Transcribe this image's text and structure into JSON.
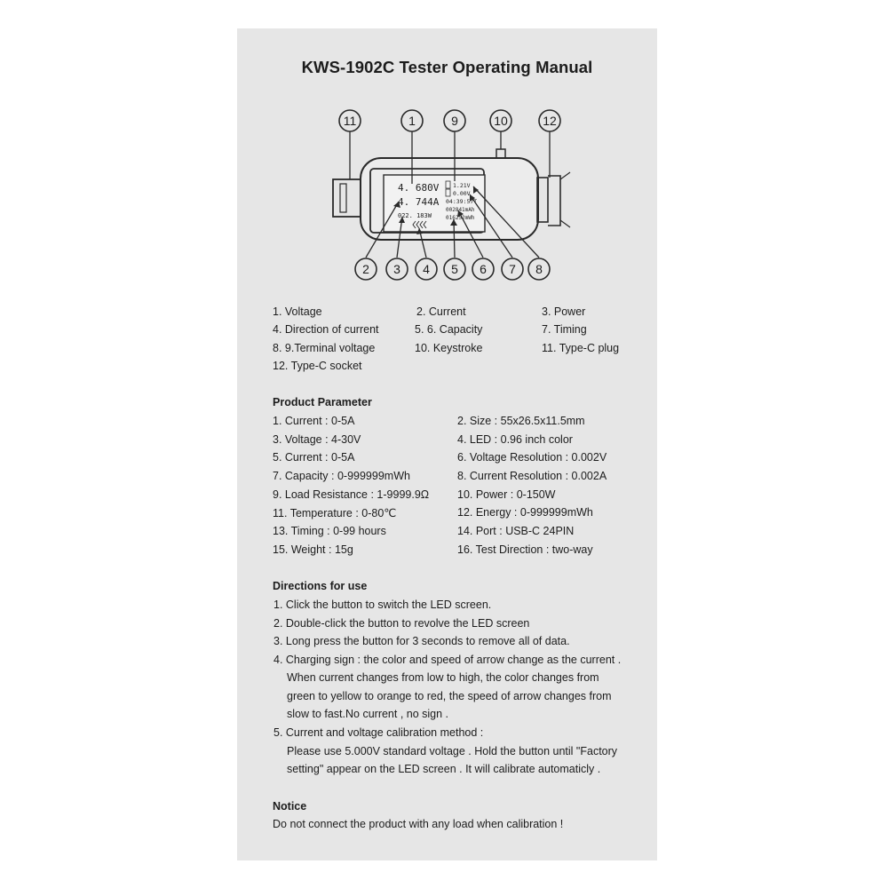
{
  "document": {
    "title": "KWS-1902C Tester Operating Manual",
    "diagram": {
      "callout_numbers": [
        "11",
        "1",
        "9",
        "10",
        "12",
        "2",
        "3",
        "4",
        "5",
        "6",
        "7",
        "8"
      ],
      "screen": {
        "voltage": "4. 680V",
        "current": "4. 744A",
        "power": "022. 183W",
        "dplus": "1.21V",
        "dminus": "0.00V",
        "time": "04:39:57T",
        "capacity": "002841mAh",
        "energy": "016252mWh"
      }
    },
    "legend": [
      [
        "1. Voltage",
        "2. Current",
        "3. Power"
      ],
      [
        "4. Direction of current",
        "5. 6. Capacity",
        "7. Timing"
      ],
      [
        "8. 9.Terminal voltage",
        "10. Keystroke",
        "11. Type-C plug"
      ],
      [
        "12. Type-C socket",
        "",
        ""
      ]
    ],
    "parameters": {
      "heading": "Product Parameter",
      "rows": [
        [
          "1. Current : 0-5A",
          "2. Size : 55x26.5x11.5mm"
        ],
        [
          "3. Voltage : 4-30V",
          "4. LED : 0.96 inch color"
        ],
        [
          "5. Current : 0-5A",
          "6. Voltage Resolution : 0.002V"
        ],
        [
          "7. Capacity : 0-999999mWh",
          "8. Current Resolution : 0.002A"
        ],
        [
          "9. Load Resistance : 1-9999.9Ω",
          "10. Power : 0-150W"
        ],
        [
          "11. Temperature : 0-80℃",
          "12. Energy : 0-999999mWh"
        ],
        [
          "13. Timing : 0-99 hours",
          "14. Port : USB-C 24PIN"
        ],
        [
          "15. Weight : 15g",
          "16. Test Direction : two-way"
        ]
      ]
    },
    "directions": {
      "heading": "Directions for use",
      "lines": [
        {
          "text": "1. Click the button to switch the LED screen.",
          "indent": false
        },
        {
          "text": "2. Double-click the button to revolve the LED screen",
          "indent": false
        },
        {
          "text": "3. Long press the button for 3 seconds to remove all of data.",
          "indent": false
        },
        {
          "text": "4. Charging sign : the color and speed of arrow change as the current .",
          "indent": false
        },
        {
          "text": "When current changes from low to high, the color changes from",
          "indent": true
        },
        {
          "text": "green to yellow to orange to red, the speed of arrow changes from",
          "indent": true
        },
        {
          "text": "slow to fast.No current , no sign .",
          "indent": true
        },
        {
          "text": "5. Current and voltage calibration method :",
          "indent": false
        },
        {
          "text": "Please use 5.000V standard voltage . Hold the button until \"Factory",
          "indent": true
        },
        {
          "text": "setting\" appear on the LED screen . It will calibrate automaticly .",
          "indent": true
        }
      ]
    },
    "notice": {
      "heading": "Notice",
      "text": "Do not connect the product with any load when calibration !"
    }
  }
}
